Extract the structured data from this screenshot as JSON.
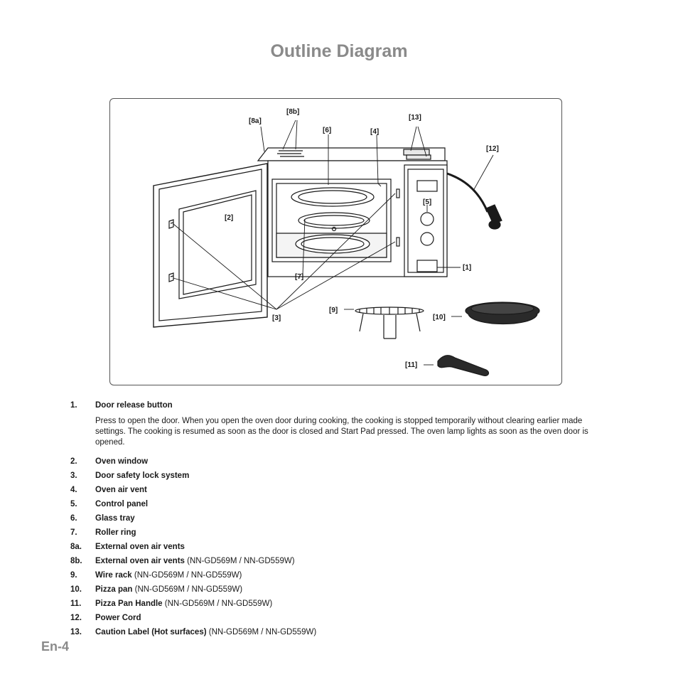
{
  "title": "Outline Diagram",
  "diagram_labels": {
    "8a": "[8a]",
    "8b": "[8b]",
    "6": "[6]",
    "4": "[4]",
    "13": "[13]",
    "12": "[12]",
    "2": "[2]",
    "5": "[5]",
    "1": "[1]",
    "7": "[7]",
    "3": "[3]",
    "9": "[9]",
    "10": "[10]",
    "11": "[11]"
  },
  "items": [
    {
      "num": "1.",
      "name": "Door release button",
      "model": "",
      "desc": "Press to open the door. When you open the oven door during cooking, the cooking is stopped temporarily without clearing earlier made settings. The cooking is resumed as soon as the door is closed and Start Pad pressed. The oven lamp lights as soon as the oven door is opened."
    },
    {
      "num": "2.",
      "name": "Oven window",
      "model": ""
    },
    {
      "num": "3.",
      "name": "Door safety lock system",
      "model": ""
    },
    {
      "num": "4.",
      "name": "Oven air vent",
      "model": ""
    },
    {
      "num": "5.",
      "name": "Control panel",
      "model": ""
    },
    {
      "num": "6.",
      "name": "Glass tray",
      "model": ""
    },
    {
      "num": "7.",
      "name": "Roller ring",
      "model": ""
    },
    {
      "num": "8a.",
      "name": "External oven air vents",
      "model": ""
    },
    {
      "num": "8b.",
      "name": "External oven air vents",
      "model": "(NN-GD569M / NN-GD559W)"
    },
    {
      "num": "9.",
      "name": "Wire rack",
      "model": "(NN-GD569M / NN-GD559W)"
    },
    {
      "num": "10.",
      "name": "Pizza pan",
      "model": "(NN-GD569M / NN-GD559W)"
    },
    {
      "num": "11.",
      "name": "Pizza Pan Handle",
      "model": "(NN-GD569M / NN-GD559W)"
    },
    {
      "num": "12.",
      "name": "Power Cord",
      "model": ""
    },
    {
      "num": "13.",
      "name": "Caution Label (Hot surfaces)",
      "model": "(NN-GD569M / NN-GD559W)"
    }
  ],
  "page_number": "En-4"
}
